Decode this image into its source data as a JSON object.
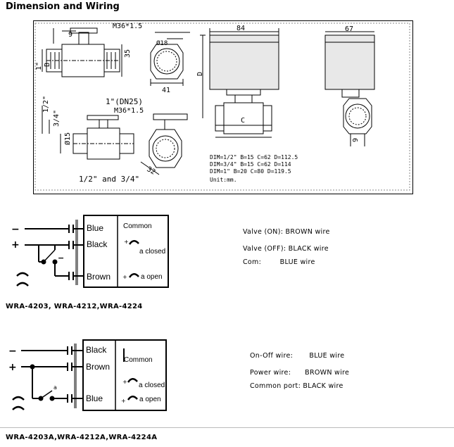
{
  "header": {
    "title": "Dimension and Wiring"
  },
  "drawing": {
    "size_label": "1\"(DN25)",
    "size_small": "1/2\" and 3/4\"",
    "dims": {
      "d9": "9",
      "m36a": "M36*1.5",
      "d18": "Ø18",
      "d35": "35",
      "b": "B",
      "one_inch": "1\"",
      "d41": "41",
      "d84": "84",
      "d67": "67",
      "D": "D",
      "C": "C",
      "d9b": "9",
      "half": "1/2\"",
      "threeq": "3/4\"",
      "m36b": "M36*1.5",
      "d15": "Ø15",
      "d32": "32"
    },
    "spec_rows": [
      "DIM=1/2\"  B=15  C=62  D=112.5",
      "DIM=3/4\"  B=15  C=62  D=114",
      "DIM=1\"    B=20  C=80  D=119.5",
      "Unit:mm."
    ]
  },
  "wiring1": {
    "rows": [
      "Blue",
      "Black",
      "Brown"
    ],
    "common": "Common",
    "a_closed": "a closed",
    "a_open": "a open",
    "notes": [
      {
        "key": "Valve (ON):",
        "value": "BROWN wire"
      },
      {
        "key": "Valve (OFF):",
        "value": "BLACK wire"
      },
      {
        "key": "Com:",
        "value": "BLUE wire"
      }
    ],
    "model": "WRA-4203, WRA-4212,WRA-4224"
  },
  "wiring2": {
    "rows": [
      "Black",
      "Brown",
      "Blue"
    ],
    "common": "Common",
    "a_closed": "a closed",
    "a_open": "a open",
    "switch_a": "a",
    "notes": [
      {
        "key": "On-Off wire:",
        "value": "BLUE wire"
      },
      {
        "key": "Power wire:",
        "value": "BROWN wire"
      },
      {
        "key": "Common port:",
        "value": "BLACK wire"
      }
    ],
    "model": "WRA-4203A,WRA-4212A,WRA-4224A"
  }
}
